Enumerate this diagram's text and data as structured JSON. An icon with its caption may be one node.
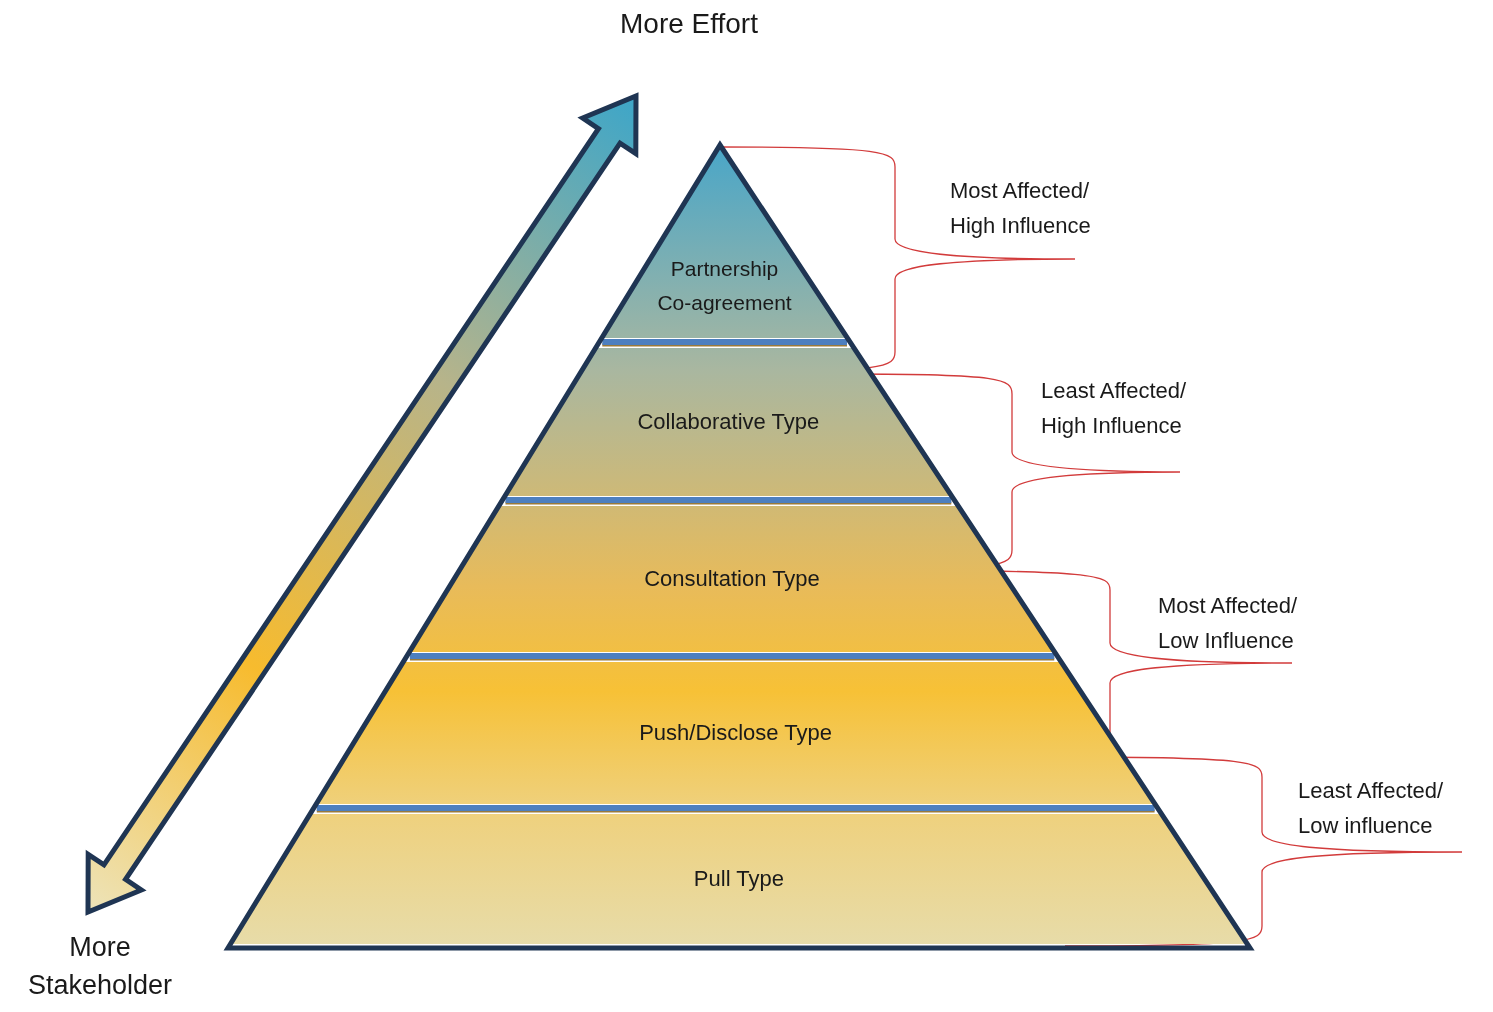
{
  "diagram": {
    "nodes": [
      {
        "text": [
          "Partnership Co-agreement"
        ]
      },
      {
        "text": [
          "Collaborative Type"
        ]
      },
      {
        "text": [
          "Consultation Type"
        ]
      },
      {
        "text": [
          "Push/Disclose Type"
        ]
      },
      {
        "text": [
          "Pull Type"
        ]
      }
    ],
    "edges": [],
    "labels": [
      "More Effort",
      "Most Affected/ High Influence",
      "Least Affected/ High Influence",
      "Most Affected/ Low Influence",
      "Least Affected/ Low influence",
      "More Stakeholder"
    ]
  }
}
